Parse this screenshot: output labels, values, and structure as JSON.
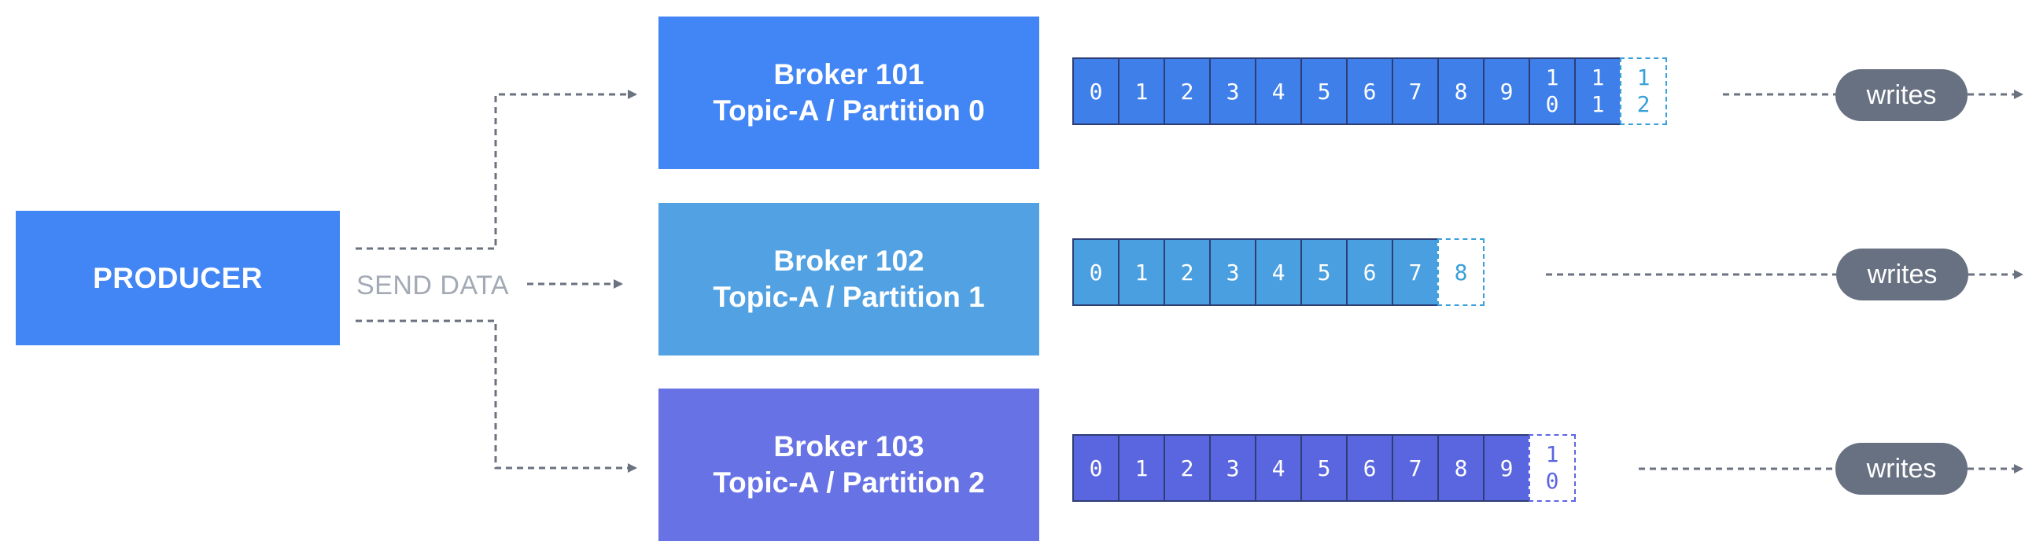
{
  "producer": {
    "label": "PRODUCER"
  },
  "send_label": "SEND DATA",
  "brokers": [
    {
      "broker": "Broker 101",
      "topic": "Topic-A / Partition 0",
      "color": "#4285F4"
    },
    {
      "broker": "Broker 102",
      "topic": "Topic-A / Partition 1",
      "color": "#52A2E3"
    },
    {
      "broker": "Broker 103",
      "topic": "Topic-A / Partition 2",
      "color": "#6772E5"
    }
  ],
  "partitions": [
    {
      "offsets": [
        "0",
        "1",
        "2",
        "3",
        "4",
        "5",
        "6",
        "7",
        "8",
        "9",
        "1\n0",
        "1\n1"
      ],
      "next_offset": "1\n2"
    },
    {
      "offsets": [
        "0",
        "1",
        "2",
        "3",
        "4",
        "5",
        "6",
        "7"
      ],
      "next_offset": "8"
    },
    {
      "offsets": [
        "0",
        "1",
        "2",
        "3",
        "4",
        "5",
        "6",
        "7",
        "8",
        "9"
      ],
      "next_offset": "1\n0"
    }
  ],
  "writes_label": "writes",
  "colors": {
    "connector": "#6B7280",
    "next_cell_border": "#3AA0D8",
    "writes_pill": "#677181"
  }
}
